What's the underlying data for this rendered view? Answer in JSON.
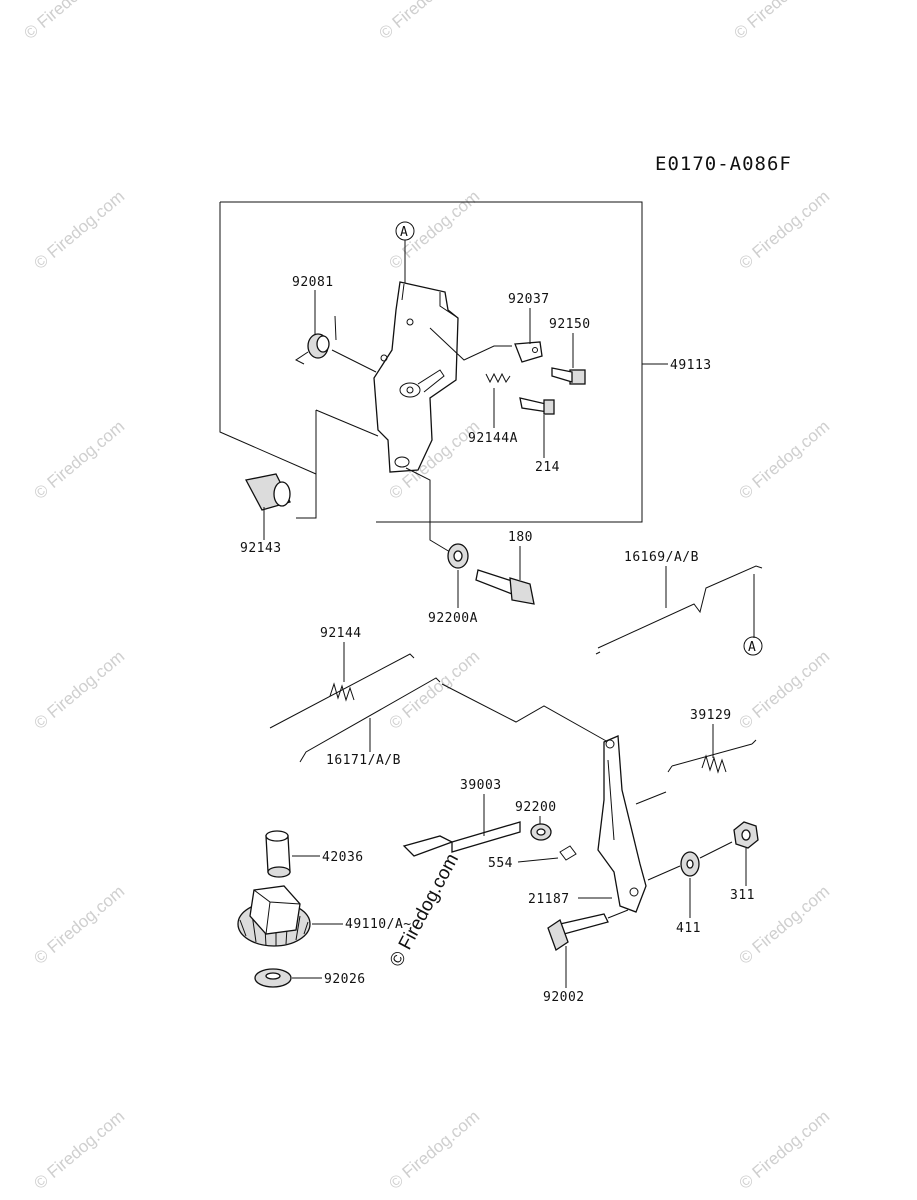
{
  "diagram": {
    "code": "E0170-A086F",
    "watermark": "© Firedog.com",
    "watermark_center": "© Firedog.com",
    "callout_a": "A"
  },
  "parts": {
    "p92081": "92081",
    "p92037": "92037",
    "p92150": "92150",
    "p49113": "49113",
    "p92144A": "92144A",
    "p214": "214",
    "p92143": "92143",
    "p180": "180",
    "p92200A": "92200A",
    "p16169": "16169/A/B",
    "p92144": "92144",
    "p16171": "16171/A/B",
    "p39129": "39129",
    "p39003": "39003",
    "p92200": "92200",
    "p42036": "42036",
    "p554": "554",
    "p21187": "21187",
    "p49110": "49110/A~",
    "p92026": "92026",
    "p411": "411",
    "p311": "311",
    "p92002": "92002"
  }
}
